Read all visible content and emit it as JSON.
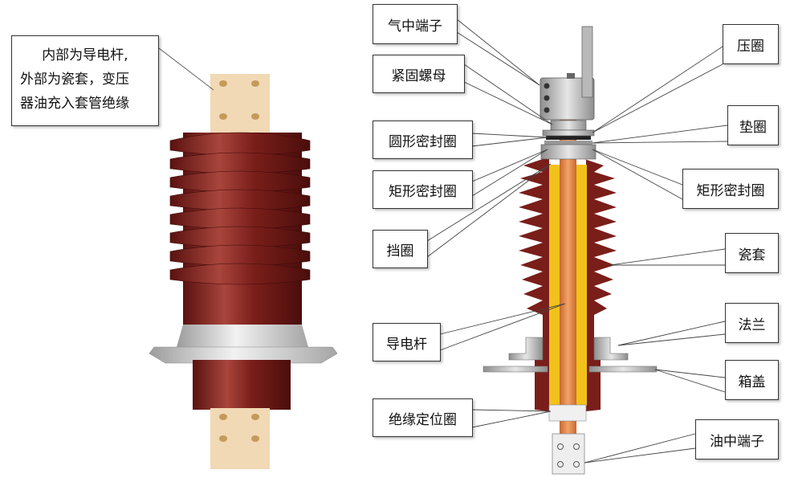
{
  "description": {
    "lines": [
      "内部为导电杆,",
      "外部为瓷套，变压",
      "器油充入套管绝缘"
    ]
  },
  "labels": {
    "gas_terminal": "气中端子",
    "lock_nut": "紧固螺母",
    "round_seal": "圆形密封圈",
    "rect_seal_left": "矩形密封圈",
    "retaining_ring": "挡圈",
    "conductor_rod": "导电杆",
    "insulation_ring": "绝缘定位圈",
    "pressure_ring": "压圈",
    "gasket": "垫圈",
    "rect_seal_right": "矩形密封圈",
    "porcelain": "瓷套",
    "flange": "法兰",
    "tank_cover": "箱盖",
    "oil_terminal": "油中端子"
  },
  "colors": {
    "porcelain": "#7a1e1a",
    "porcelain_light": "#a8453c",
    "copper_pad": "#f1d9b5",
    "rod": "#e8914f",
    "oil": "#f2c21a",
    "flange": "#c9c9c9"
  }
}
